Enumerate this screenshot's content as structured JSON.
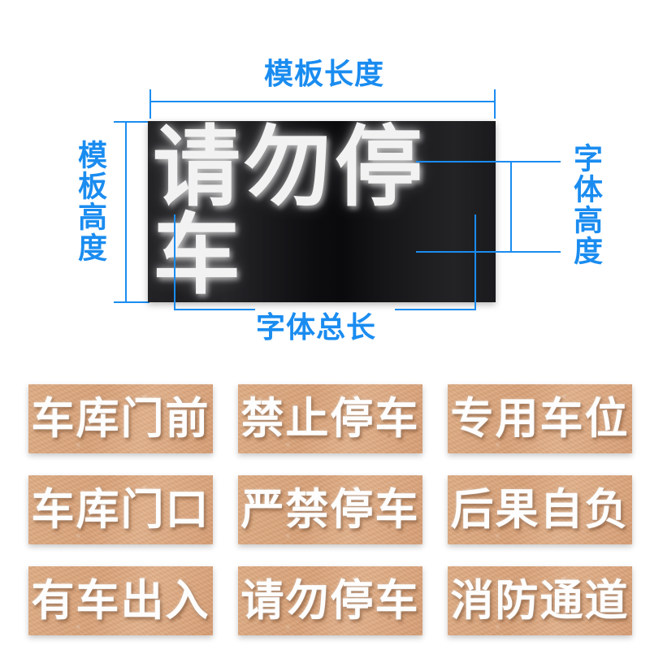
{
  "diagram": {
    "accent_color": "#1a8cf0",
    "panel": {
      "name": "template-preview",
      "background_color": "#121215",
      "text": "请勿停车",
      "text_color": "#f2f2f2"
    },
    "annotations": [
      {
        "id": "template-length",
        "label": "模板长度",
        "orientation": "horizontal",
        "position": "top"
      },
      {
        "id": "template-height",
        "label": "模板高度",
        "orientation": "vertical",
        "position": "left"
      },
      {
        "id": "font-height",
        "label": "字体高度",
        "orientation": "vertical",
        "position": "right"
      },
      {
        "id": "font-total-length",
        "label": "字体总长",
        "orientation": "horizontal",
        "position": "bottom"
      }
    ]
  },
  "samples": {
    "card_color": "#d8a57c",
    "text_color": "#fdfdfd",
    "items": [
      {
        "text": "车库门前",
        "row": 1,
        "col": 1
      },
      {
        "text": "禁止停车",
        "row": 1,
        "col": 2
      },
      {
        "text": "专用车位",
        "row": 1,
        "col": 3
      },
      {
        "text": "车库门口",
        "row": 2,
        "col": 1
      },
      {
        "text": "严禁停车",
        "row": 2,
        "col": 2
      },
      {
        "text": "后果自负",
        "row": 2,
        "col": 3
      },
      {
        "text": "有车出入",
        "row": 3,
        "col": 1
      },
      {
        "text": "请勿停车",
        "row": 3,
        "col": 2
      },
      {
        "text": "消防通道",
        "row": 3,
        "col": 3
      }
    ]
  }
}
